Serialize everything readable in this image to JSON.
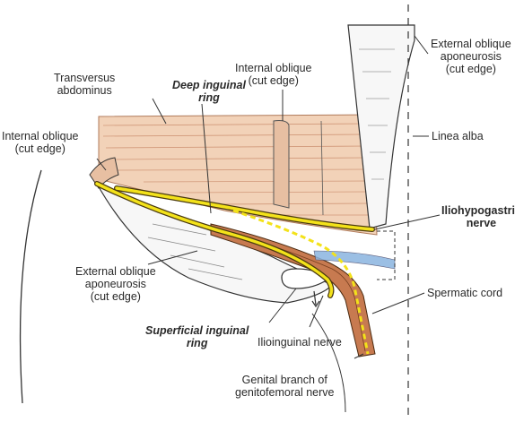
{
  "labels": {
    "transversus_abdominus": "Transversus\nabdominus",
    "deep_inguinal_ring": "Deep inguinal\nring",
    "internal_oblique_top": "Internal oblique\n(cut edge)",
    "internal_oblique_left": "Internal oblique\n(cut edge)",
    "external_oblique_top_right": "External oblique\naponeurosis\n(cut edge)",
    "linea_alba": "Linea alba",
    "iliohypogastric_nerve": "Iliohypogastric\nnerve",
    "external_oblique_bottom": "External oblique\naponeurosis\n(cut edge)",
    "spermatic_cord": "Spermatic cord",
    "superficial_inguinal_ring": "Superficial inguinal\nring",
    "ilioinguinal_nerve": "Ilioinguinal nerve",
    "genital_branch": "Genital branch of\ngenitofemoral nerve"
  },
  "colors": {
    "muscle_fill": "#f2d2b8",
    "muscle_stripe": "#c98a6a",
    "cord_fill": "#c77a50",
    "nerve_yellow": "#f3e21a",
    "nerve_outline": "#4a3a10",
    "outline": "#333333",
    "aponeurosis_fill": "#f7f7f7",
    "blue_vessel": "#8ab4e0"
  }
}
